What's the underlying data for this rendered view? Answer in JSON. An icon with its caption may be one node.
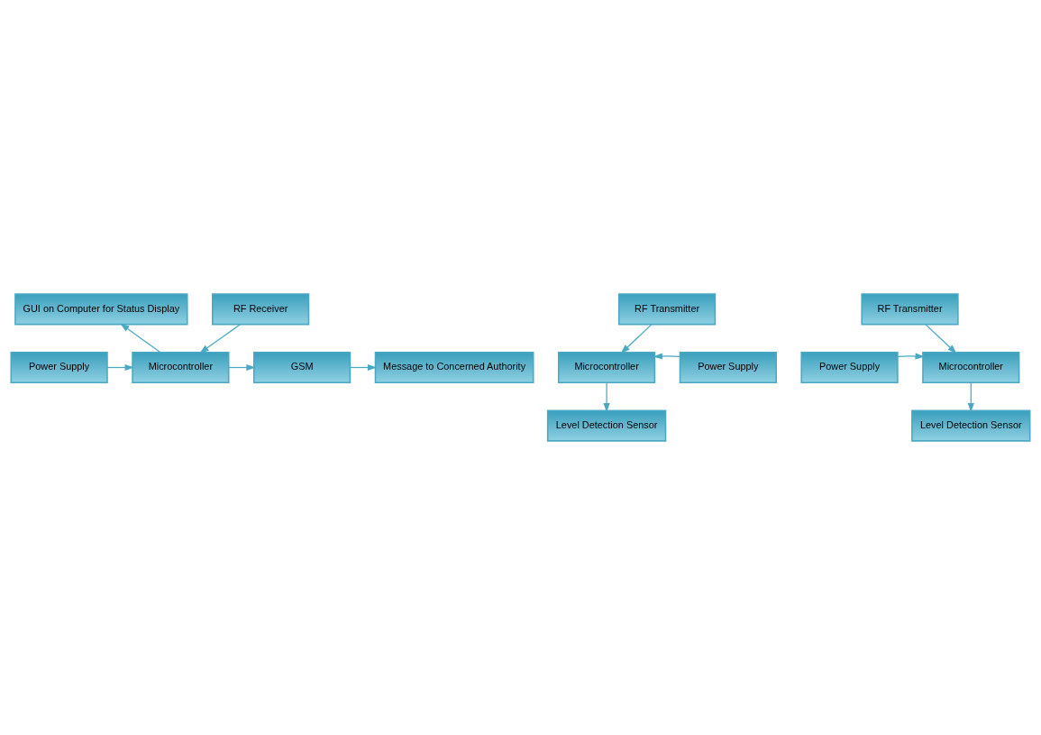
{
  "diagram": {
    "nodes": [
      {
        "text": [
          "GUI on Computer for Status Display"
        ]
      },
      {
        "text": [
          "Power Supply"
        ]
      },
      {
        "text": [
          "Microcontroller"
        ]
      },
      {
        "text": [
          "GSM"
        ]
      },
      {
        "text": [
          "Message to Concerned Authority"
        ]
      },
      {
        "text": [
          "RF Receiver"
        ]
      },
      {
        "text": [
          "RF Transmitter"
        ]
      },
      {
        "text": [
          "Microcontroller"
        ]
      },
      {
        "text": [
          "Power Supply"
        ]
      },
      {
        "text": [
          "Level Detection Sensor"
        ]
      },
      {
        "text": [
          "RF Transmitter"
        ]
      },
      {
        "text": [
          "Power Supply"
        ]
      },
      {
        "text": [
          "Microcontroller"
        ]
      },
      {
        "text": [
          "Level Detection Sensor"
        ]
      }
    ],
    "edges": [
      {
        "from": 2,
        "to": 0,
        "arrow": "to"
      },
      {
        "from": 1,
        "to": 2,
        "arrow": "to"
      },
      {
        "from": 2,
        "to": 3,
        "arrow": "to"
      },
      {
        "from": 3,
        "to": 4,
        "arrow": "to"
      },
      {
        "from": 5,
        "to": 2,
        "arrow": "to"
      },
      {
        "from": 6,
        "to": 7,
        "arrow": "to"
      },
      {
        "from": 8,
        "to": 7,
        "arrow": "to"
      },
      {
        "from": 7,
        "to": 9,
        "arrow": "to"
      },
      {
        "from": 10,
        "to": 12,
        "arrow": "to"
      },
      {
        "from": 11,
        "to": 12,
        "arrow": "to"
      },
      {
        "from": 12,
        "to": 13,
        "arrow": "to"
      }
    ]
  }
}
